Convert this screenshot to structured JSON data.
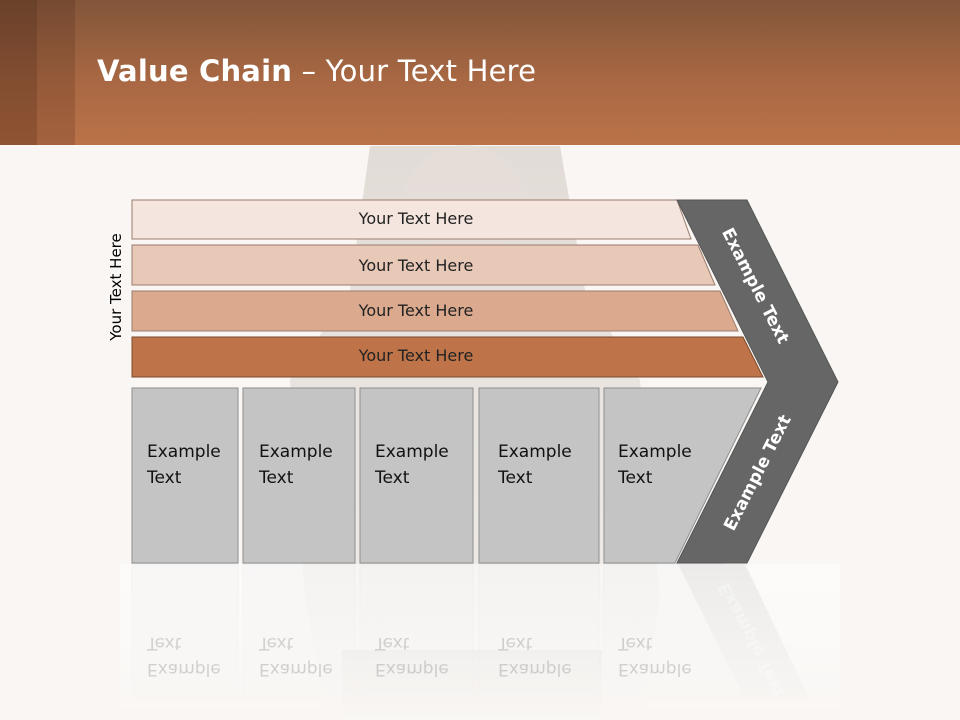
{
  "title": {
    "bold": "Value Chain",
    "rest": " – Your Text Here"
  },
  "side_label": "Your Text Here",
  "bars": [
    {
      "label": "Your Text Here",
      "color": "#f4e5de"
    },
    {
      "label": "Your Text Here",
      "color": "#e8c9b8"
    },
    {
      "label": "Your Text Here",
      "color": "#dba98e"
    },
    {
      "label": "Your Text Here",
      "color": "#be7448"
    }
  ],
  "boxes": [
    {
      "line1": "Example",
      "line2": "Text"
    },
    {
      "line1": "Example",
      "line2": "Text"
    },
    {
      "line1": "Example",
      "line2": "Text"
    },
    {
      "line1": "Example",
      "line2": "Text"
    },
    {
      "line1": "Example",
      "line2": "Text"
    }
  ],
  "chevron": {
    "upper": "Example Text",
    "lower": "Example Text",
    "color": "#666666"
  },
  "colors": {
    "header": "#a86843",
    "box": "#c4c4c4",
    "background": "#f9f6f3"
  }
}
